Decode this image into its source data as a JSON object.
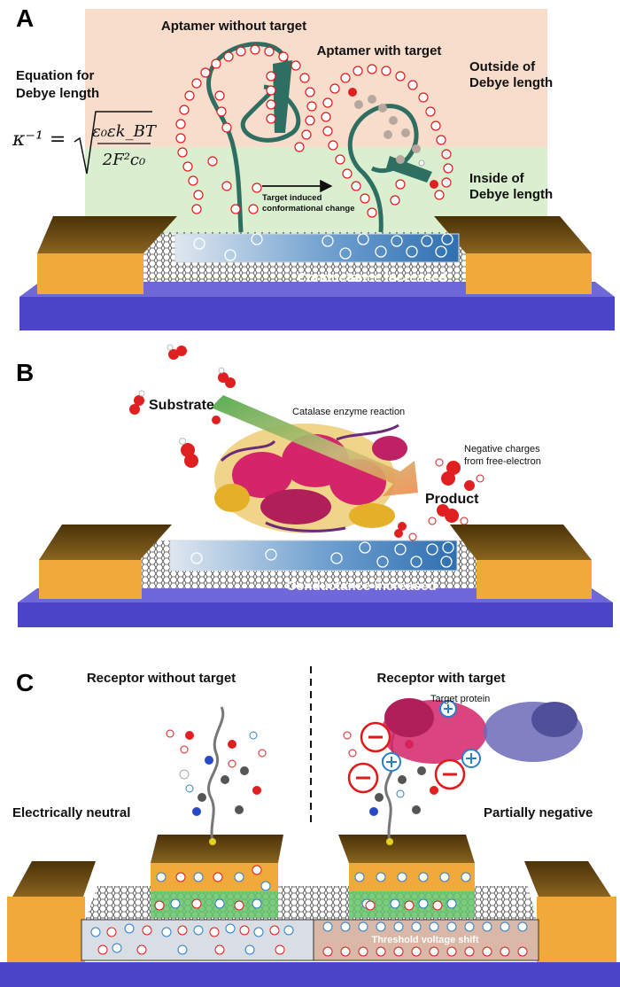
{
  "panels": {
    "a": {
      "letter": "A",
      "aptamer_without_target": "Aptamer without target",
      "aptamer_with_target": "Aptamer with target",
      "equation_title_1": "Equation for",
      "equation_title_2": "Debye length",
      "equation_lhs": "κ⁻¹ =",
      "equation_numerator": "ε₀εk_BT",
      "equation_denominator": "2F²c₀",
      "outside_1": "Outside of",
      "outside_2": "Debye length",
      "inside_1": "Inside of",
      "inside_2": "Debye length",
      "conformation_1": "Target induced",
      "conformation_2": "conformational change",
      "conductance": "Conductance increased"
    },
    "b": {
      "letter": "B",
      "substrate": "Substrate",
      "reaction": "Catalase enzyme reaction",
      "negative_1": "Negative charges",
      "negative_2": "from free-electron",
      "product": "Product",
      "conductance": "Conductance increased"
    },
    "c": {
      "letter": "C",
      "receptor_without_target": "Receptor without target",
      "receptor_with_target": "Receptor with target",
      "target_protein": "Target protein",
      "neutral": "Electrically neutral",
      "partially_negative": "Partially negative",
      "threshold": "Threshold voltage shift"
    }
  },
  "colors": {
    "electrode": "#f2a93b",
    "electrode_top": "#6b4a12",
    "substrate": "#4b45c8",
    "outside_zone": "#f9ddcc",
    "inside_zone": "#d9efcf",
    "channel": "#3d7fc0",
    "negative_charge": "#e0191b",
    "positive_charge": "#2a7fc8",
    "aptamer": "#2f6f62",
    "enzyme": "#d4246a",
    "sheet": "#e3b028",
    "green_layer": "#66c46a"
  }
}
